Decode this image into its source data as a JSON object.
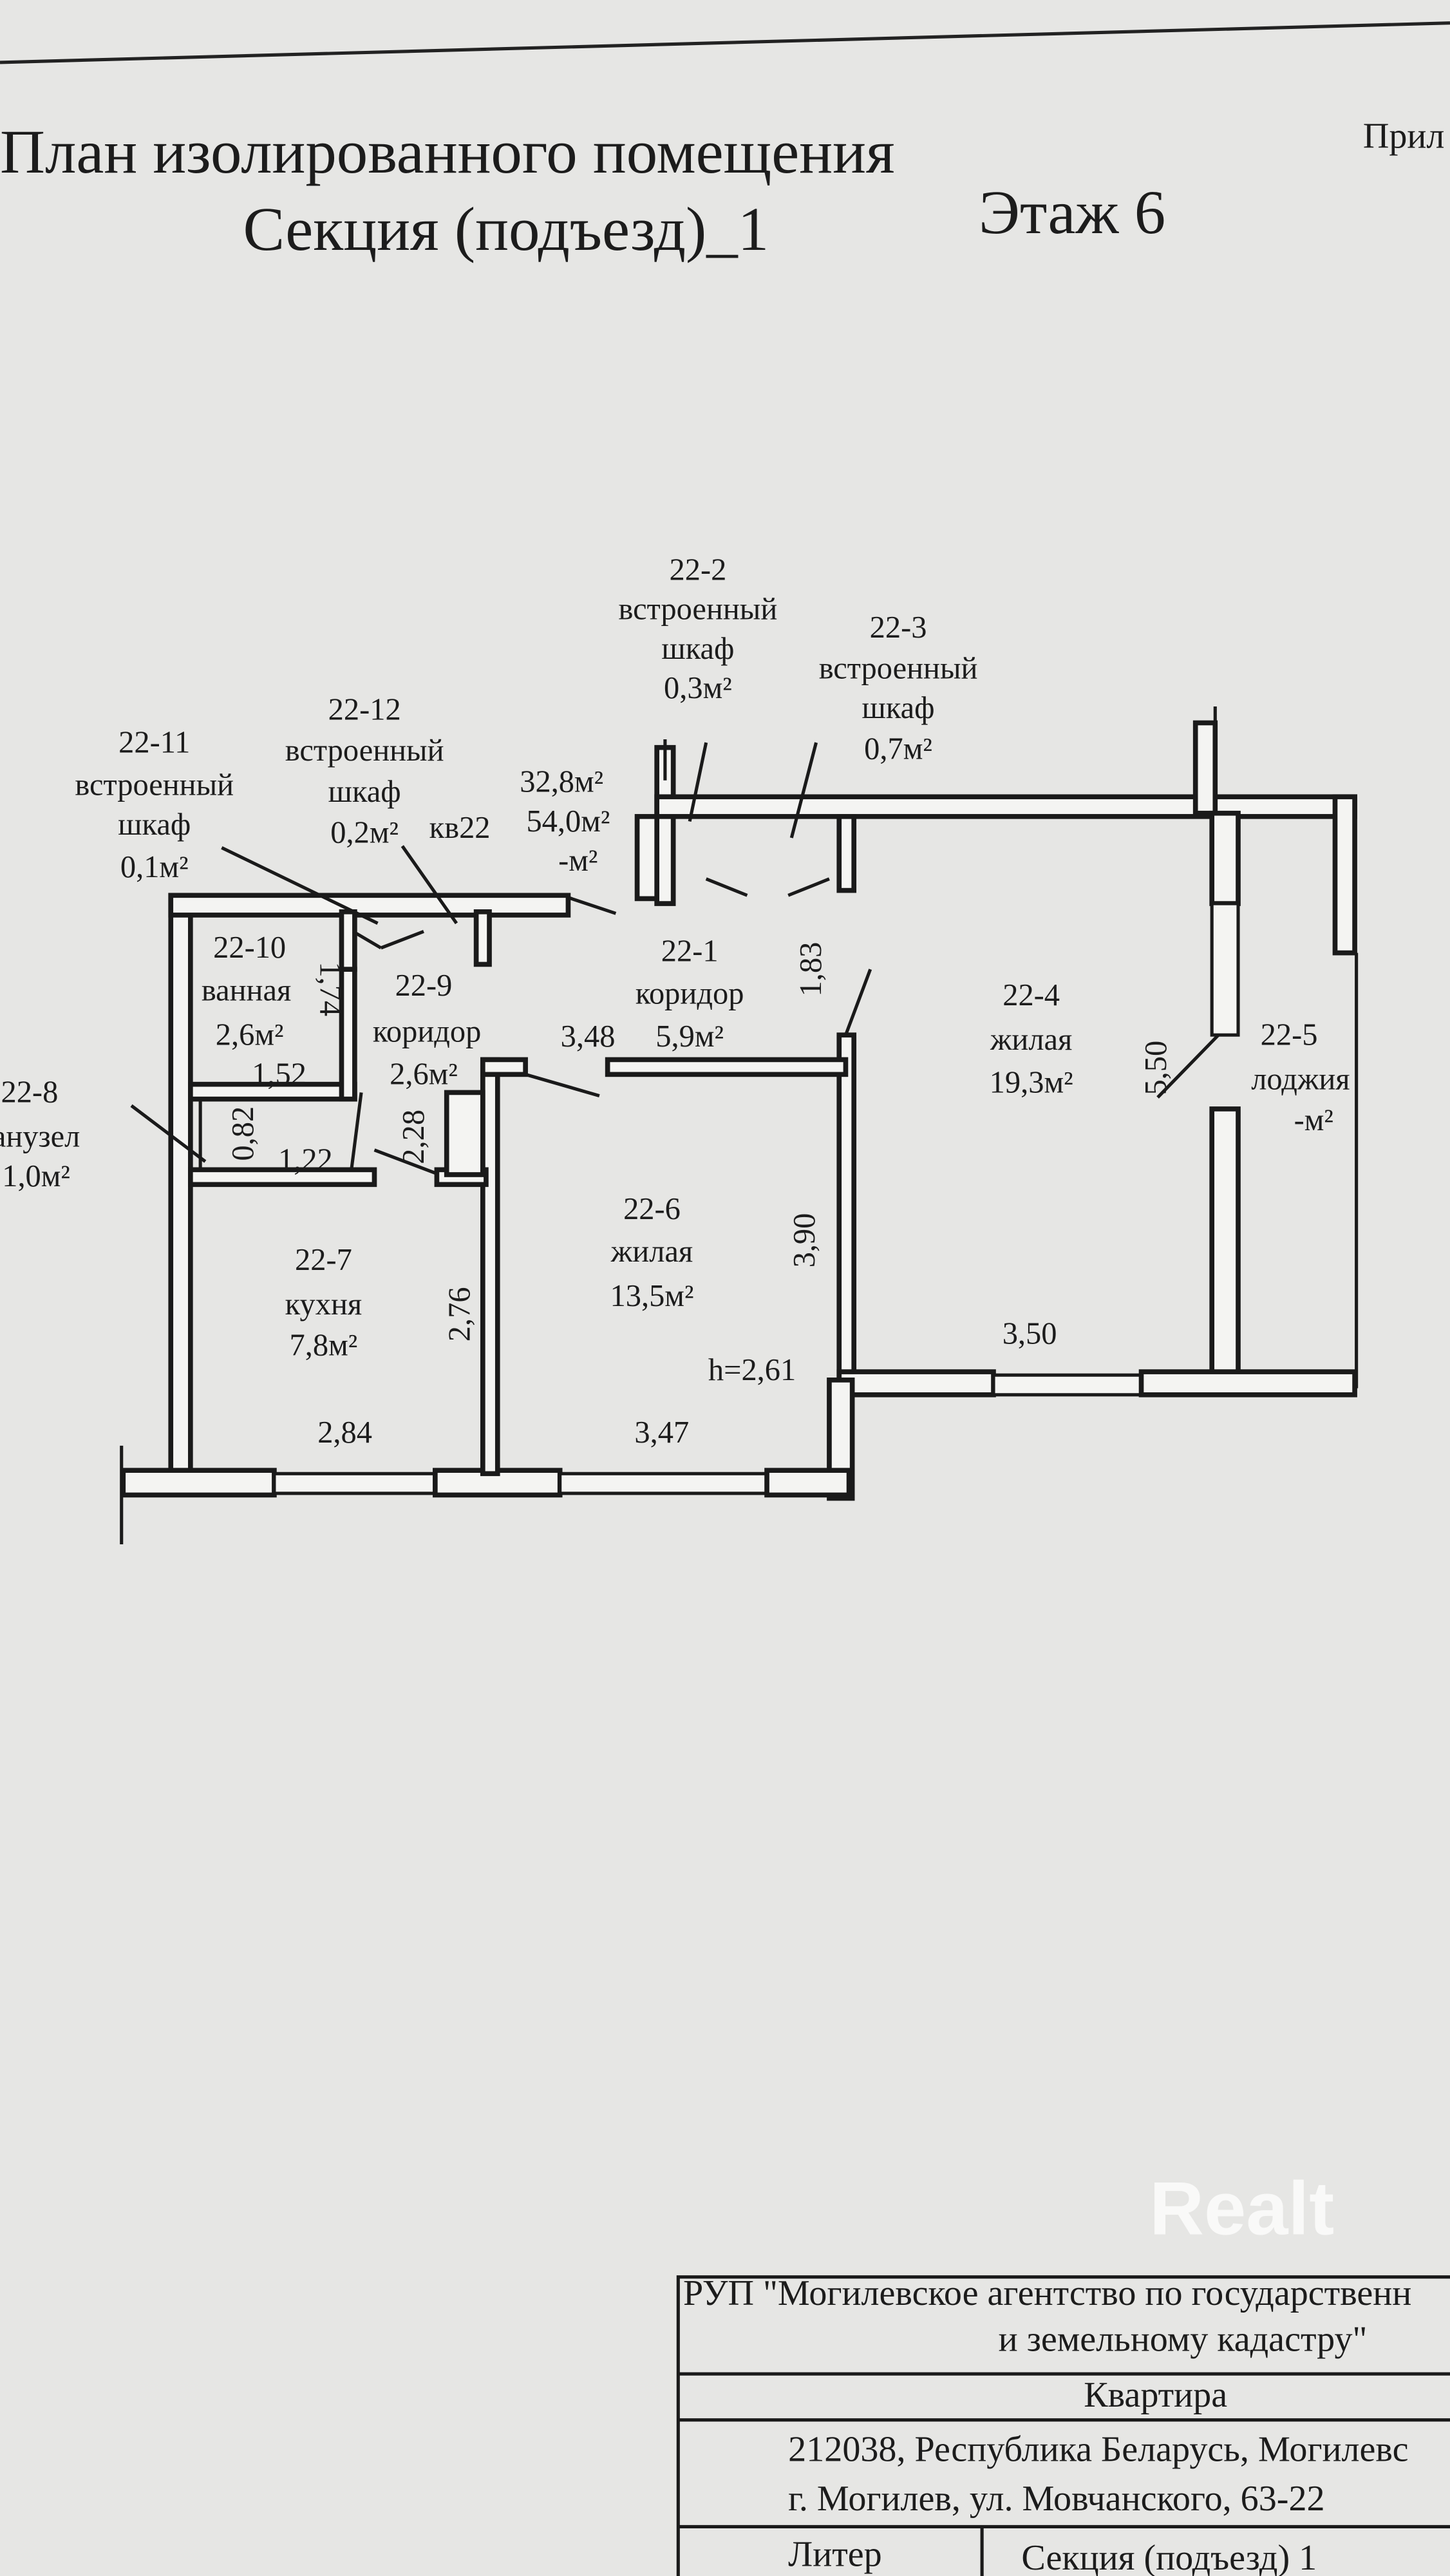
{
  "header": {
    "title": "План изолированного  помещения",
    "section": "Секция (подъезд)_1",
    "floor": "Этаж 6",
    "appendix": "Прил"
  },
  "apartment": {
    "label": "кв22",
    "living_area": "32,8м²",
    "total_area": "54,0м²",
    "other_area": "-м²",
    "ceiling_height": "h=2,61"
  },
  "rooms": [
    {
      "id": "22-1",
      "name": "коридор",
      "area": "5,9м²"
    },
    {
      "id": "22-2",
      "name": "встроенный шкаф",
      "name1": "встроенный",
      "name2": "шкаф",
      "area": "0,3м²"
    },
    {
      "id": "22-3",
      "name1": "встроенный",
      "name2": "шкаф",
      "area": "0,7м²"
    },
    {
      "id": "22-4",
      "name": "жилая",
      "area": "19,3м²"
    },
    {
      "id": "22-5",
      "name": "лоджия",
      "area": "-м²"
    },
    {
      "id": "22-6",
      "name": "жилая",
      "area": "13,5м²"
    },
    {
      "id": "22-7",
      "name": "кухня",
      "area": "7,8м²"
    },
    {
      "id": "22-8",
      "name": "анузел",
      "area": "1,0м²"
    },
    {
      "id": "22-9",
      "name": "коридор",
      "area": "2,6м²"
    },
    {
      "id": "22-10",
      "name": "ванная",
      "area": "2,6м²"
    },
    {
      "id": "22-11",
      "name1": "встроенный",
      "name2": "шкаф",
      "area": "0,1м²"
    },
    {
      "id": "22-12",
      "name1": "встроенный",
      "name2": "шкаф",
      "area": "0,2м²"
    }
  ],
  "dimensions": {
    "d_183": "1,83",
    "d_348": "3,48",
    "d_550": "5,50",
    "d_174": "1,74",
    "d_152": "1,52",
    "d_082": "0,82",
    "d_122": "1,22",
    "d_228": "2,28",
    "d_390": "3,90",
    "d_276": "2,76",
    "d_350": "3,50",
    "d_284": "2,84",
    "d_347": "3,47"
  },
  "title_block": {
    "org_line1": "РУП \"Могилевское агентство по государственн",
    "org_line2": "и земельному кадастру\"",
    "object": "Квартира",
    "address_line1": "212038, Республика Беларусь, Могилевс",
    "address_line2": "г. Могилев, ул. Мовчанского, 63-22",
    "liter_label": "Литер",
    "section_label": "Секция (подъезд)  1"
  },
  "watermark": "Realt"
}
